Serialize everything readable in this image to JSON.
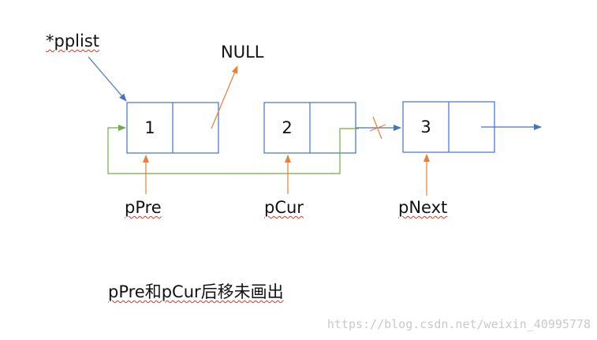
{
  "diagram": {
    "pointer_label": "*pplist",
    "null_label": "NULL",
    "nodes": [
      {
        "value": "1"
      },
      {
        "value": "2"
      },
      {
        "value": "3"
      }
    ],
    "pointers": {
      "prev": "pPre",
      "cur": "pCur",
      "next": "pNext"
    },
    "caption": "pPre和pCur后移未画出",
    "watermark": "https://blog.csdn.net/weixin_40995778"
  },
  "colors": {
    "node_border": "#4472c4",
    "blue_arrow": "#4472c4",
    "orange_arrow": "#ed7d31",
    "green_link": "#70ad47",
    "squiggle": "#d9342b",
    "watermark": "#c9c9c9"
  }
}
